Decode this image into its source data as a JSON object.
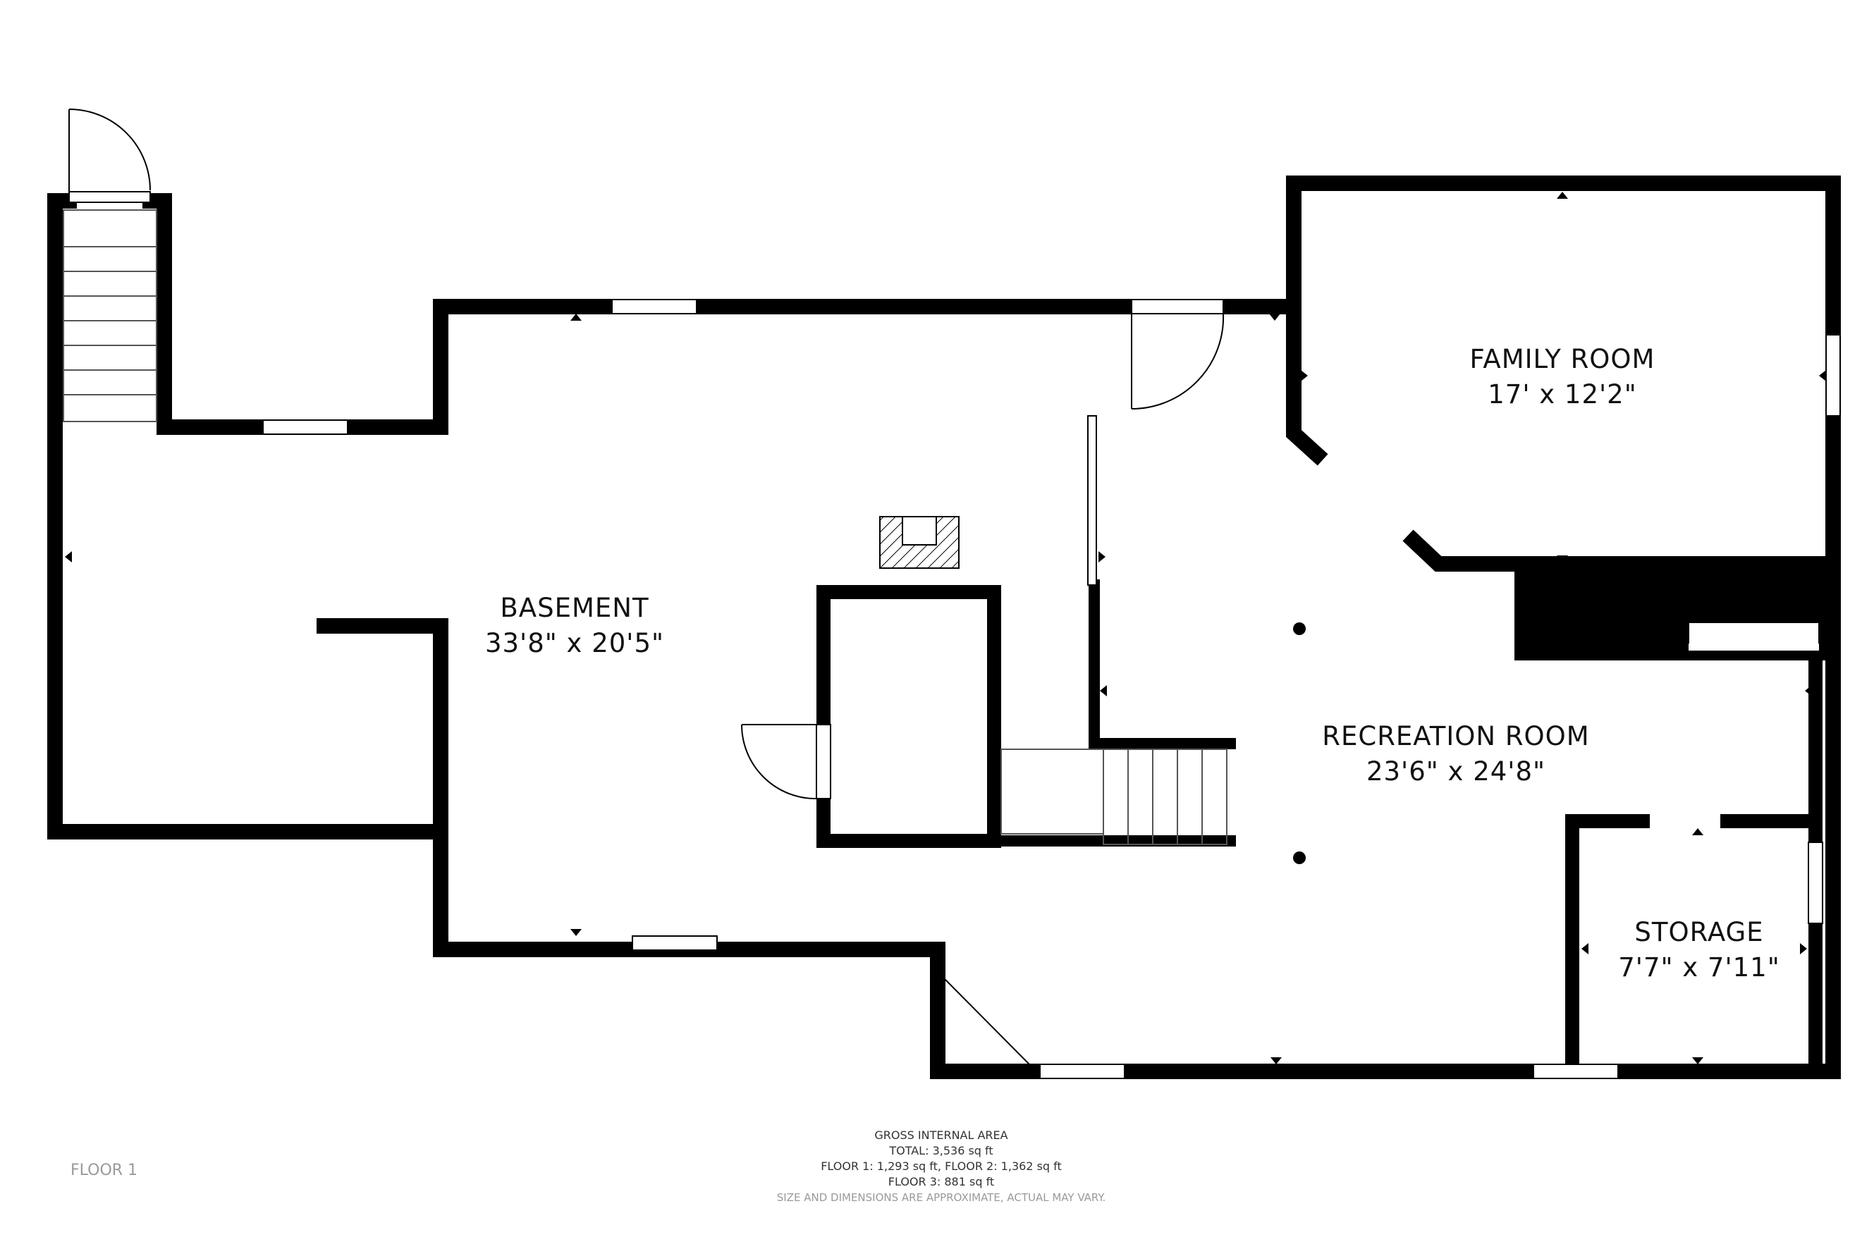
{
  "floor_label": "FLOOR 1",
  "rooms": {
    "basement": {
      "name": "BASEMENT",
      "dims": "33'8\" x 20'5\""
    },
    "family_room": {
      "name": "FAMILY ROOM",
      "dims": "17' x 12'2\""
    },
    "recreation_room": {
      "name": "RECREATION ROOM",
      "dims": "23'6\" x 24'8\""
    },
    "storage": {
      "name": "STORAGE",
      "dims": "7'7\" x 7'11\""
    }
  },
  "area_summary": {
    "heading": "GROSS INTERNAL AREA",
    "total": "TOTAL: 3,536 sq ft",
    "floors_1_2": "FLOOR 1: 1,293 sq ft, FLOOR 2: 1,362 sq ft",
    "floor_3": "FLOOR 3: 881 sq ft",
    "disclaimer": "SIZE AND DIMENSIONS ARE APPROXIMATE, ACTUAL MAY VARY."
  },
  "colors": {
    "wall": "#000000",
    "background": "#ffffff",
    "label": "#111111",
    "muted": "#9a9a9a"
  }
}
